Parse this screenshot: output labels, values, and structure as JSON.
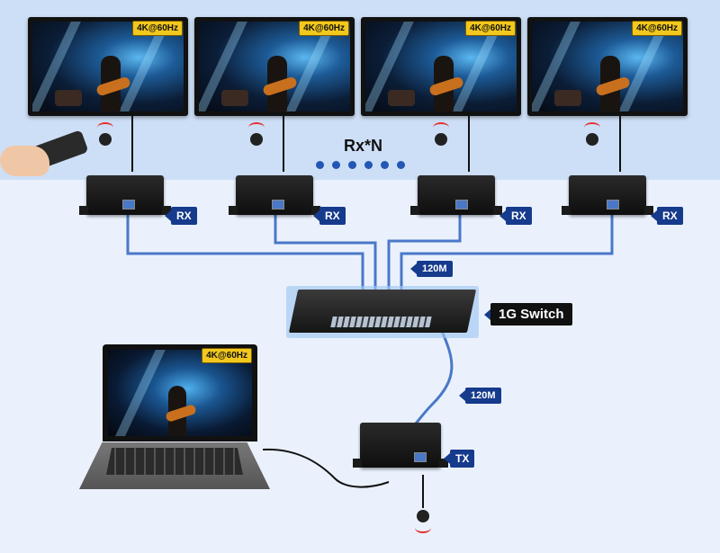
{
  "diagram": {
    "resolution_badge": "4K@60Hz",
    "rx_label": "RX",
    "tx_label": "TX",
    "rx_count_label": "Rx*N",
    "switch_label": "1G Switch",
    "distance_upper": "120M",
    "distance_lower": "120M"
  },
  "colors": {
    "label_bg": "#163a8c",
    "badge_bg": "#f2c81d",
    "cable": "#4a78c8",
    "ir_signal": "#e23030"
  },
  "icons": {
    "ir": "ir-receiver-icon",
    "remote": "remote-control-icon",
    "dots": "ellipsis-dots-icon"
  }
}
